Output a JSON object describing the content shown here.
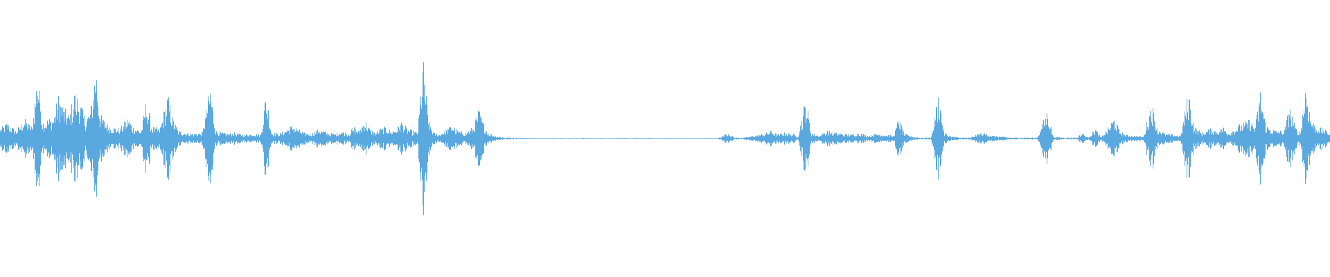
{
  "waveform": {
    "color": "#5aa8e0",
    "background": "#ffffff",
    "amplitude_scale": 1.0,
    "envelope": [
      [
        0.0,
        0.1
      ],
      [
        0.005,
        0.16
      ],
      [
        0.012,
        0.08
      ],
      [
        0.018,
        0.2
      ],
      [
        0.024,
        0.12
      ],
      [
        0.028,
        0.7
      ],
      [
        0.032,
        0.18
      ],
      [
        0.04,
        0.22
      ],
      [
        0.044,
        0.45
      ],
      [
        0.048,
        0.3
      ],
      [
        0.052,
        0.25
      ],
      [
        0.056,
        0.48
      ],
      [
        0.06,
        0.38
      ],
      [
        0.064,
        0.2
      ],
      [
        0.068,
        0.3
      ],
      [
        0.072,
        0.78
      ],
      [
        0.075,
        0.25
      ],
      [
        0.08,
        0.15
      ],
      [
        0.085,
        0.12
      ],
      [
        0.09,
        0.1
      ],
      [
        0.096,
        0.22
      ],
      [
        0.1,
        0.12
      ],
      [
        0.106,
        0.08
      ],
      [
        0.11,
        0.4
      ],
      [
        0.114,
        0.12
      ],
      [
        0.12,
        0.1
      ],
      [
        0.126,
        0.45
      ],
      [
        0.13,
        0.2
      ],
      [
        0.134,
        0.08
      ],
      [
        0.14,
        0.06
      ],
      [
        0.146,
        0.05
      ],
      [
        0.152,
        0.06
      ],
      [
        0.158,
        0.55
      ],
      [
        0.162,
        0.08
      ],
      [
        0.17,
        0.05
      ],
      [
        0.176,
        0.06
      ],
      [
        0.182,
        0.04
      ],
      [
        0.19,
        0.05
      ],
      [
        0.196,
        0.04
      ],
      [
        0.2,
        0.5
      ],
      [
        0.204,
        0.06
      ],
      [
        0.21,
        0.05
      ],
      [
        0.216,
        0.1
      ],
      [
        0.22,
        0.14
      ],
      [
        0.224,
        0.1
      ],
      [
        0.228,
        0.06
      ],
      [
        0.234,
        0.05
      ],
      [
        0.24,
        0.1
      ],
      [
        0.246,
        0.06
      ],
      [
        0.252,
        0.05
      ],
      [
        0.256,
        0.08
      ],
      [
        0.262,
        0.05
      ],
      [
        0.266,
        0.12
      ],
      [
        0.27,
        0.08
      ],
      [
        0.274,
        0.2
      ],
      [
        0.278,
        0.1
      ],
      [
        0.282,
        0.06
      ],
      [
        0.286,
        0.1
      ],
      [
        0.29,
        0.12
      ],
      [
        0.294,
        0.08
      ],
      [
        0.298,
        0.1
      ],
      [
        0.302,
        0.18
      ],
      [
        0.306,
        0.1
      ],
      [
        0.31,
        0.08
      ],
      [
        0.314,
        0.06
      ],
      [
        0.318,
        0.82
      ],
      [
        0.322,
        0.2
      ],
      [
        0.326,
        0.06
      ],
      [
        0.33,
        0.04
      ],
      [
        0.336,
        0.1
      ],
      [
        0.34,
        0.14
      ],
      [
        0.344,
        0.08
      ],
      [
        0.35,
        0.06
      ],
      [
        0.356,
        0.12
      ],
      [
        0.36,
        0.3
      ],
      [
        0.364,
        0.14
      ],
      [
        0.368,
        0.05
      ],
      [
        0.374,
        0.02
      ],
      [
        0.38,
        0.01
      ],
      [
        0.4,
        0.005
      ],
      [
        0.45,
        0.005
      ],
      [
        0.5,
        0.005
      ],
      [
        0.54,
        0.005
      ],
      [
        0.548,
        0.06
      ],
      [
        0.552,
        0.01
      ],
      [
        0.56,
        0.01
      ],
      [
        0.575,
        0.05
      ],
      [
        0.58,
        0.08
      ],
      [
        0.585,
        0.04
      ],
      [
        0.59,
        0.06
      ],
      [
        0.596,
        0.05
      ],
      [
        0.6,
        0.02
      ],
      [
        0.606,
        0.42
      ],
      [
        0.61,
        0.06
      ],
      [
        0.616,
        0.03
      ],
      [
        0.622,
        0.08
      ],
      [
        0.628,
        0.06
      ],
      [
        0.634,
        0.05
      ],
      [
        0.64,
        0.04
      ],
      [
        0.646,
        0.06
      ],
      [
        0.652,
        0.03
      ],
      [
        0.66,
        0.05
      ],
      [
        0.666,
        0.04
      ],
      [
        0.672,
        0.03
      ],
      [
        0.676,
        0.22
      ],
      [
        0.68,
        0.05
      ],
      [
        0.686,
        0.02
      ],
      [
        0.692,
        0.01
      ],
      [
        0.7,
        0.01
      ],
      [
        0.706,
        0.48
      ],
      [
        0.71,
        0.06
      ],
      [
        0.716,
        0.02
      ],
      [
        0.722,
        0.01
      ],
      [
        0.73,
        0.01
      ],
      [
        0.736,
        0.05
      ],
      [
        0.74,
        0.06
      ],
      [
        0.746,
        0.03
      ],
      [
        0.752,
        0.02
      ],
      [
        0.76,
        0.01
      ],
      [
        0.77,
        0.01
      ],
      [
        0.78,
        0.01
      ],
      [
        0.788,
        0.3
      ],
      [
        0.792,
        0.02
      ],
      [
        0.8,
        0.01
      ],
      [
        0.81,
        0.01
      ],
      [
        0.814,
        0.06
      ],
      [
        0.818,
        0.01
      ],
      [
        0.824,
        0.1
      ],
      [
        0.828,
        0.01
      ],
      [
        0.834,
        0.12
      ],
      [
        0.838,
        0.22
      ],
      [
        0.842,
        0.08
      ],
      [
        0.846,
        0.04
      ],
      [
        0.852,
        0.03
      ],
      [
        0.86,
        0.02
      ],
      [
        0.866,
        0.38
      ],
      [
        0.87,
        0.12
      ],
      [
        0.876,
        0.05
      ],
      [
        0.882,
        0.04
      ],
      [
        0.888,
        0.03
      ],
      [
        0.894,
        0.5
      ],
      [
        0.898,
        0.12
      ],
      [
        0.904,
        0.06
      ],
      [
        0.91,
        0.1
      ],
      [
        0.916,
        0.08
      ],
      [
        0.92,
        0.12
      ],
      [
        0.924,
        0.06
      ],
      [
        0.928,
        0.1
      ],
      [
        0.932,
        0.14
      ],
      [
        0.936,
        0.16
      ],
      [
        0.94,
        0.2
      ],
      [
        0.944,
        0.12
      ],
      [
        0.948,
        0.5
      ],
      [
        0.952,
        0.14
      ],
      [
        0.956,
        0.1
      ],
      [
        0.96,
        0.08
      ],
      [
        0.966,
        0.08
      ],
      [
        0.97,
        0.35
      ],
      [
        0.974,
        0.12
      ],
      [
        0.978,
        0.06
      ],
      [
        0.982,
        0.58
      ],
      [
        0.986,
        0.2
      ],
      [
        0.99,
        0.12
      ],
      [
        0.995,
        0.1
      ],
      [
        1.0,
        0.06
      ]
    ]
  }
}
